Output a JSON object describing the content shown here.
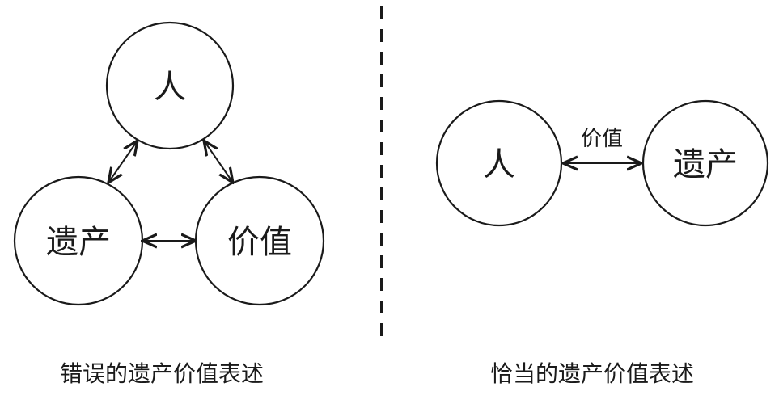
{
  "left_panel": {
    "nodes": {
      "person": "人",
      "heritage": "遗产",
      "value": "价值"
    },
    "caption": "错误的遗产价值表述"
  },
  "right_panel": {
    "nodes": {
      "person": "人",
      "heritage": "遗产"
    },
    "edge_label": "价值",
    "caption": "恰当的遗产价值表述"
  }
}
